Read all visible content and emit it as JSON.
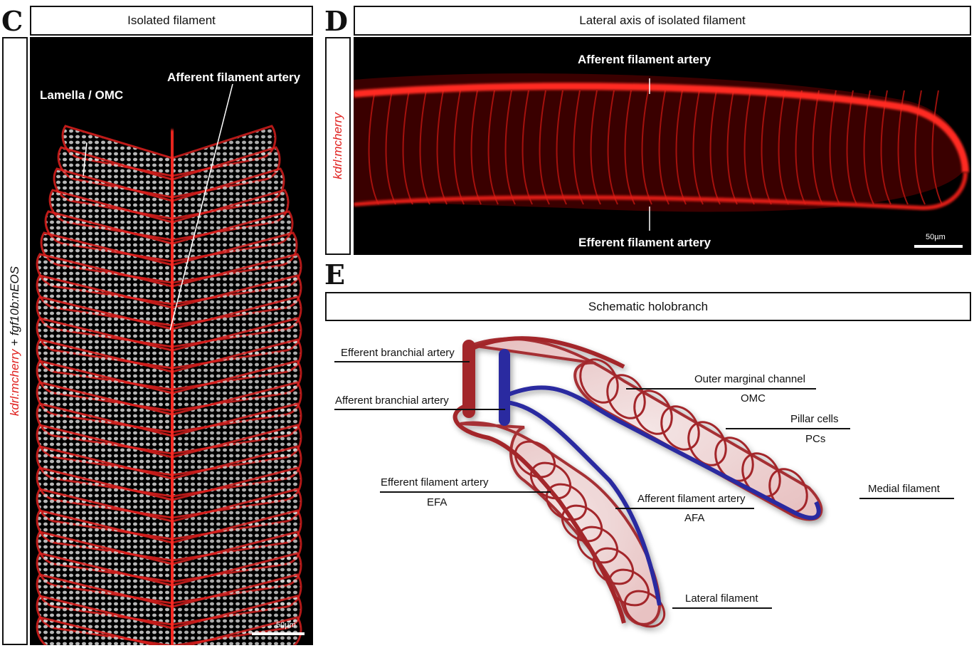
{
  "panels": {
    "c": {
      "letter": "C",
      "title": "Isolated filament",
      "side_label_red": "kdrl:mcherry",
      "side_label_plus": " + ",
      "side_label_black": "fgf10b:nEOS",
      "annotations": [
        "Lamella / OMC",
        "Afferent filament artery"
      ],
      "scale_bar": "50µm"
    },
    "d": {
      "letter": "D",
      "title": "Lateral axis of isolated filament",
      "side_label_red": "kdrl:mcherry",
      "annotations": [
        "Afferent filament artery",
        "Efferent filament artery"
      ],
      "scale_bar": "50µm"
    },
    "e": {
      "letter": "E",
      "title": "Schematic holobranch",
      "labels": {
        "efferent_branchial": "Efferent branchial artery",
        "afferent_branchial": "Afferent branchial artery",
        "omc": "Outer marginal channel",
        "omc_abbr": "OMC",
        "pillar": "Pillar cells",
        "pillar_abbr": "PCs",
        "efa": "Efferent filament artery",
        "efa_abbr": "EFA",
        "afa": "Afferent filament artery",
        "afa_abbr": "AFA",
        "medial": "Medial filament",
        "lateral": "Lateral filament"
      }
    }
  },
  "colors": {
    "red_vessel": "#a3262c",
    "blue_vessel": "#2a2aa0",
    "fluor_red": "#e0201e"
  }
}
